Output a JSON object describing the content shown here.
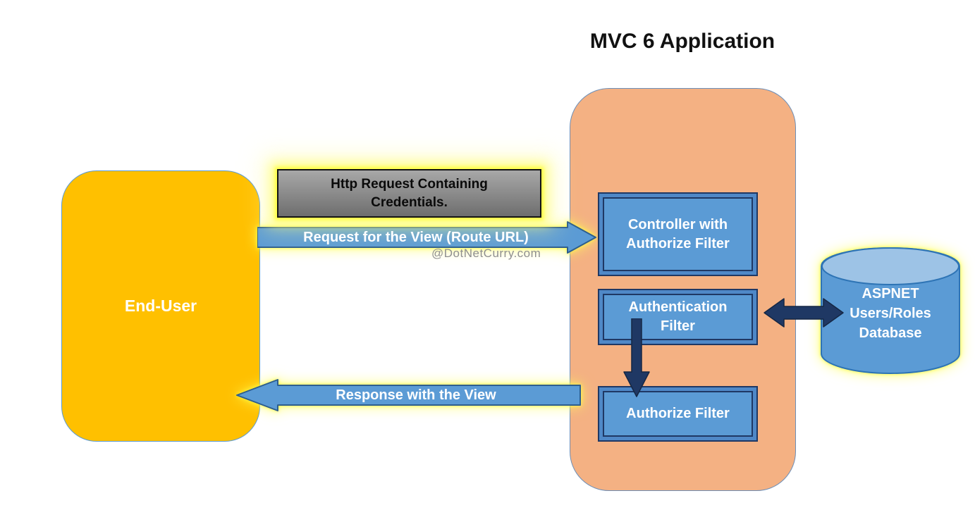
{
  "title": "MVC 6 Application",
  "watermark": "@DotNetCurry.com",
  "end_user": {
    "label": "End-User"
  },
  "mvc": {
    "controller": "Controller with Authorize Filter",
    "authentication": "Authentication Filter",
    "authorize": "Authorize Filter"
  },
  "messages": {
    "http_request": "Http Request Containing Credentials.",
    "request": "Request for the View (Route URL)",
    "response": "Response with the View"
  },
  "database": {
    "label": "ASPNET Users/Roles Database"
  },
  "colors": {
    "accent_blue": "#5B9BD5",
    "navy_arrow": "#1F3864",
    "mvc_container_peach": "#F4B183",
    "end_user_amber": "#FFC000",
    "glow_yellow": "#FFFF54",
    "gray_box_top": "#A8A8A8",
    "gray_box_bottom": "#6E6E6E"
  }
}
